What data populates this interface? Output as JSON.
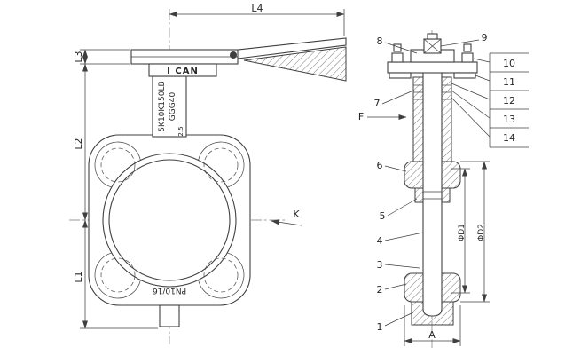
{
  "drawing": {
    "markings": {
      "brand": "I CAN",
      "spec_line1": "5K10K150LB",
      "spec_line2": "GGG40",
      "size": "2.5",
      "pn": "PN10/16"
    },
    "dimensions": {
      "L1": "L1",
      "L2": "L2",
      "L3": "L3",
      "L4": "L4",
      "K": "K",
      "F": "F",
      "A": "A",
      "D1": "ΦD1",
      "D2": "ΦD2"
    },
    "callouts": [
      "1",
      "2",
      "3",
      "4",
      "5",
      "6",
      "7",
      "8",
      "9",
      "10",
      "11",
      "12",
      "13",
      "14"
    ]
  }
}
